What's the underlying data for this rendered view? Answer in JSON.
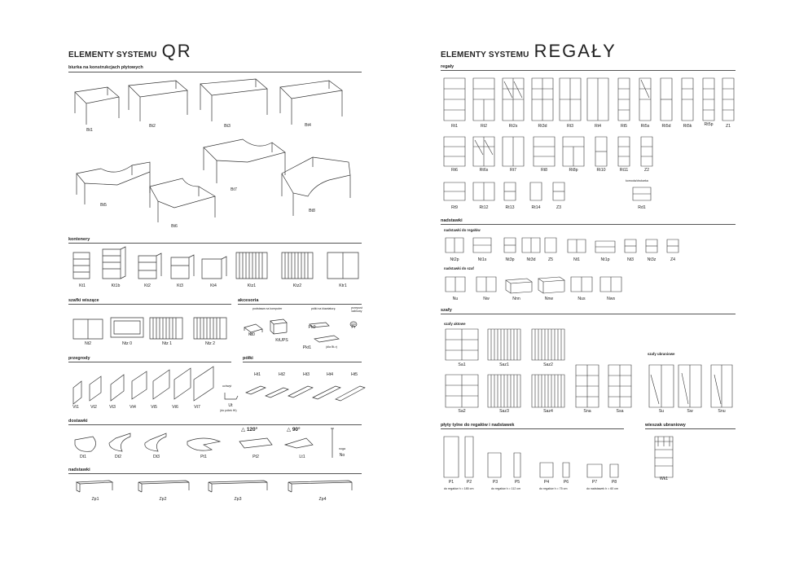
{
  "left": {
    "title_small": "ELEMENTY SYSTEMU",
    "title_big": "QR",
    "sections": {
      "biurka": "biurka na konstrukcjach płytowych",
      "kontenery": "kontenery",
      "szafki": "szafki wiszące",
      "akcesoria": "akcesoria",
      "przegrody": "przegrody",
      "polki": "półki",
      "dostawki": "dostawki",
      "nadstawki": "nadstawki"
    },
    "desks": [
      "Bt1",
      "Bt2",
      "Bt3",
      "Bt4",
      "Bt5",
      "Bt6",
      "Bt7",
      "Bt8"
    ],
    "containers": [
      "Kt1",
      "Kt1b",
      "Kt2",
      "Kt3",
      "Kt4",
      "Ktz1",
      "Ktz2",
      "Ktr1"
    ],
    "cabinets": [
      "Nt2",
      "Ntz 0",
      "Ntz 1",
      "Ntz 2"
    ],
    "accessories": {
      "labels": [
        "Kt0",
        "KtUPS",
        "Pk0",
        "Pkt1",
        "Pr"
      ],
      "notes": [
        "podstawa na komputer",
        "półki na klawiaturę",
        "przepust kablowy",
        "(dla Bt-r)"
      ]
    },
    "partitions": [
      "Vt1",
      "Vt2",
      "Vt3",
      "Vt4",
      "Vt5",
      "Vt6",
      "Vt7"
    ],
    "shelves": [
      "Ht1",
      "Ht2",
      "Ht3",
      "Ht4",
      "Ht5"
    ],
    "holder": {
      "note": "uchwyt",
      "label": "Ut",
      "sub": "(do półek Ht)"
    },
    "extensions": [
      "Dt1",
      "Dt2",
      "Dt3",
      "Pt1",
      "Pt2",
      "Lt1"
    ],
    "angles": [
      "120°",
      "90°"
    ],
    "leg": {
      "note": "noga",
      "label": "No"
    },
    "tops": [
      "Zp1",
      "Zp2",
      "Zp3",
      "Zp4"
    ]
  },
  "right": {
    "title_small": "ELEMENTY SYSTEMU",
    "title_big": "REGAŁY",
    "sections": {
      "regaly": "regały",
      "nadstawki": "nadstawki",
      "nad_regalu": "nadstawki do regałów",
      "nad_szaf": "nadstawki do szaf",
      "szafy": "szafy",
      "szafy_aktowe": "szafy aktowe",
      "szafy_ubraniowe": "szafy ubraniowe",
      "plyty": "płyty tylne do regałów i nadstawek",
      "wieszak": "wieszak ubraniowy"
    },
    "shelves_row1": [
      "Rt1",
      "Rt2",
      "Rt2s",
      "Rt3d",
      "Rt3",
      "Rt4",
      "Rt5",
      "Rt5s",
      "Rt5d",
      "Rt5k",
      "Rt5p",
      "Z1"
    ],
    "shelves_row2": [
      "Rt6",
      "Rt6s",
      "Rt7",
      "Rt8",
      "Rt8p",
      "Rt10",
      "Rt11",
      "Z2"
    ],
    "shelves_row3": [
      "Rt9",
      "Rt12",
      "Rt13",
      "Rt14",
      "Z3",
      "Rd1"
    ],
    "printer_note": "komoda/drukarka",
    "toppers1": [
      "Nt2p",
      "Nt1s",
      "Nt3p",
      "Nt3d",
      "Z5",
      "Nt1",
      "Nt1p",
      "Nt3",
      "Nt3z",
      "Z4"
    ],
    "toppers2": [
      "Nu",
      "Nw",
      "Nnn",
      "Nnw",
      "Nus",
      "Nws"
    ],
    "wardrobes_a": [
      "Sa1",
      "Saz1",
      "Saz2"
    ],
    "wardrobes_b": [
      "Sa2",
      "Saz3",
      "Saz4",
      "Sna",
      "Ssa"
    ],
    "wardrobes_c": [
      "Su",
      "Sw",
      "Snu"
    ],
    "panels": [
      "P1",
      "P2",
      "P3",
      "P5",
      "P4",
      "P6",
      "P7",
      "P8"
    ],
    "panel_notes": [
      "do regałów h = 185 cm",
      "do regałów h = 112 cm",
      "do regałów h = 75 cm",
      "do nadstawek h = 60 cm"
    ],
    "hanger": "Wk1"
  }
}
